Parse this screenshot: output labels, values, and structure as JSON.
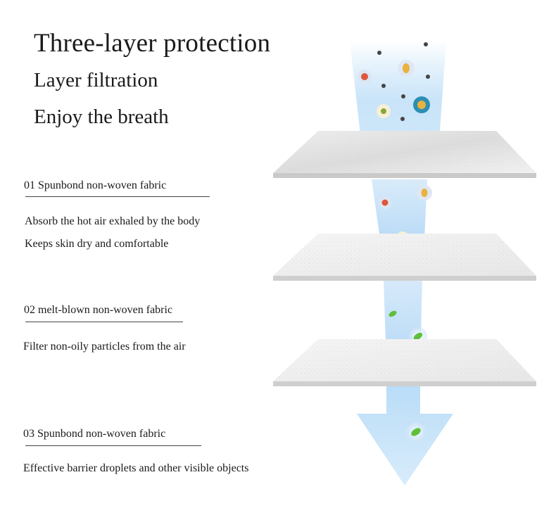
{
  "heading": {
    "title": "Three-layer protection",
    "subtitle1": "Layer filtration",
    "subtitle2": "Enjoy the breath"
  },
  "layers": [
    {
      "title": "01 Spunbond non-woven fabric",
      "lines": [
        "Absorb the hot air exhaled by the body",
        "Keeps skin dry and comfortable"
      ]
    },
    {
      "title": "02 melt-blown non-woven fabric",
      "lines": [
        "Filter non-oily particles from the air"
      ]
    },
    {
      "title": "03 Spunbond non-woven fabric",
      "lines": [
        "Effective barrier droplets and other visible objects"
      ]
    }
  ],
  "illustration": {
    "icons": [
      "dust-particle-icon",
      "bacteria-icon",
      "virus-icon",
      "germ-icon",
      "leaf-icon",
      "airflow-arrow-icon",
      "fabric-sheet-icon"
    ],
    "colors": {
      "airflow": "#a9d4f5",
      "fabric": "#e6e6e6",
      "bacteria": "#e0563a",
      "virus": "#e9b23c",
      "leaf": "#5fbf3a"
    }
  }
}
